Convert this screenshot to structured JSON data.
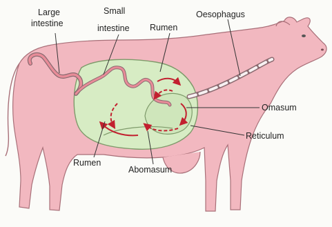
{
  "labels": {
    "large_intestine_line1": "Large",
    "large_intestine_line2": "intestine",
    "small_intestine_line1": "Small",
    "small_intestine_line2": "intestine",
    "rumen_top": "Rumen",
    "oesophagus": "Oesophagus",
    "omasum": "Omasum",
    "reticulum": "Reticulum",
    "rumen_bottom": "Rumen",
    "abomasum": "Abomasum"
  },
  "colors": {
    "body_fill": "#f2b8c0",
    "body_stroke": "#a86f78",
    "stomach_fill": "#d7ecc4",
    "stomach_stroke": "#7e9a6a",
    "gut_fill": "#e88c98",
    "arrow": "#c2202f",
    "leader": "#333333"
  }
}
